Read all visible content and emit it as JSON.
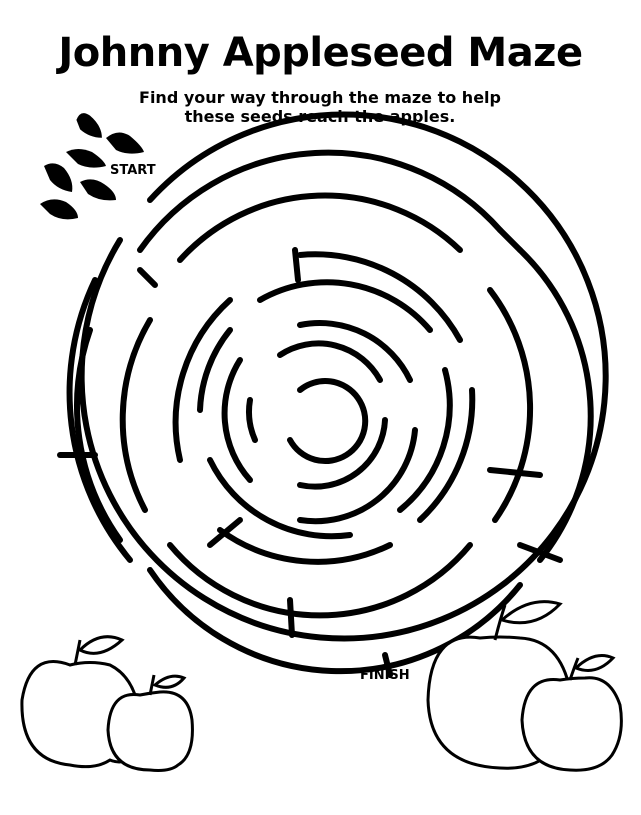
{
  "title": "Johnny Appleseed Maze",
  "instructions": {
    "line1": "Find your way through the maze to help",
    "line2": "these seeds reach the apples."
  },
  "start_label": "START",
  "finish_label": "FINISH",
  "colors": {
    "ink": "#000000",
    "paper": "#ffffff"
  },
  "icons": [
    "seed-icon",
    "apple-icon"
  ]
}
